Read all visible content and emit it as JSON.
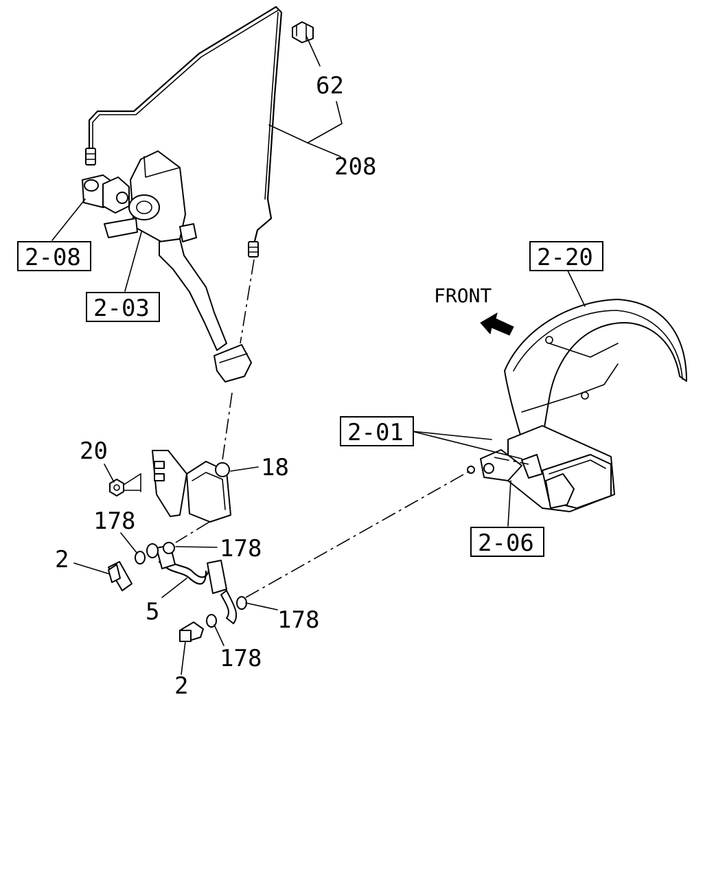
{
  "labels": {
    "p62": "62",
    "p208": "208",
    "ref_2_08": "2-08",
    "ref_2_03": "2-03",
    "ref_2_20": "2-20",
    "front": "FRONT",
    "p20": "20",
    "p18": "18",
    "ref_2_01": "2-01",
    "p178_a": "178",
    "p178_b": "178",
    "p2_a": "2",
    "ref_2_06": "2-06",
    "p5": "5",
    "p178_c": "178",
    "p178_d": "178",
    "p2_b": "2"
  }
}
